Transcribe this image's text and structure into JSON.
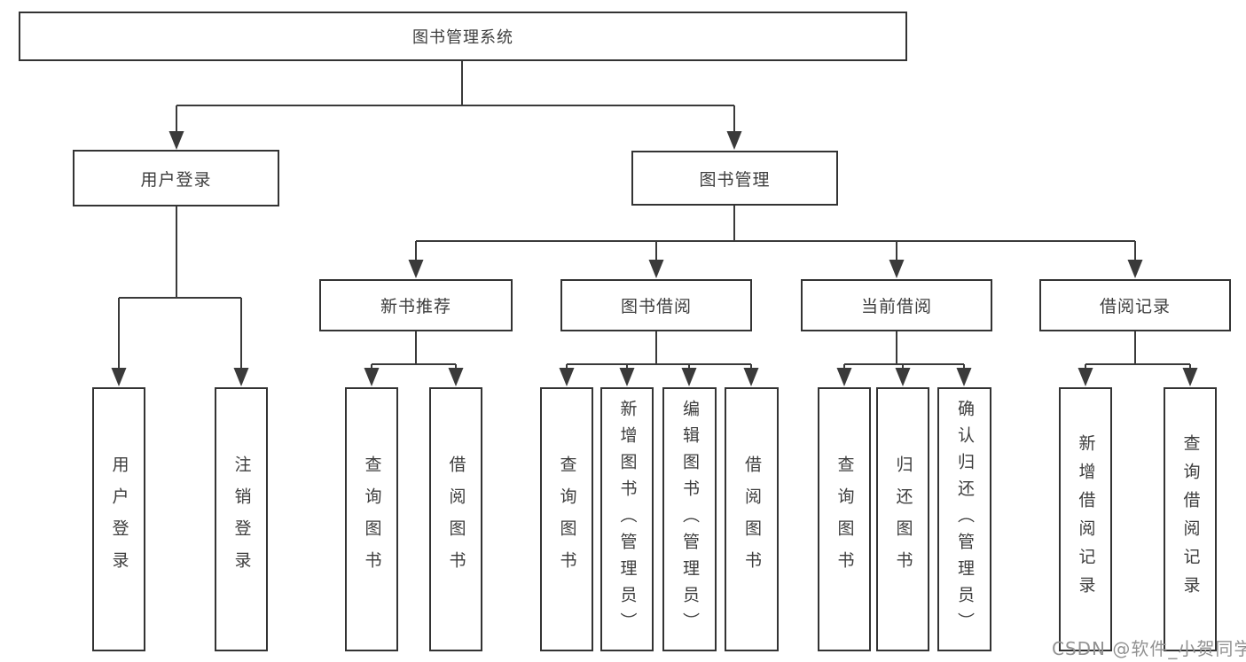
{
  "title": "图书管理系统",
  "watermark": "CSDN @软件_小贺同学",
  "colors": {
    "line": "#3a3a3a",
    "box_border": "#333333",
    "text": "#3d3d3d",
    "watermark": "#929292",
    "background": "#ffffff"
  },
  "nodes": {
    "root": "图书管理系统",
    "user_login": "用户登录",
    "book_mgmt": "图书管理",
    "new_book_rec": "新书推荐",
    "book_borrow": "图书借阅",
    "current_borrow": "当前借阅",
    "borrow_records": "借阅记录",
    "ul_login": "用户登录",
    "ul_logout": "注销登录",
    "nr_query": "查询图书",
    "nr_borrow": "借阅图书",
    "bb_query": "查询图书",
    "bb_add": "新增图书（管理员）",
    "bb_edit": "编辑图书（管理员）",
    "bb_borrow": "借阅图书",
    "cb_query": "查询图书",
    "cb_return": "归还图书",
    "cb_confirm": "确认归还（管理员）",
    "br_add": "新增借阅记录",
    "br_query": "查询借阅记录"
  },
  "hierarchy": {
    "图书管理系统": {
      "用户登录": [
        "用户登录",
        "注销登录"
      ],
      "图书管理": {
        "新书推荐": [
          "查询图书",
          "借阅图书"
        ],
        "图书借阅": [
          "查询图书",
          "新增图书（管理员）",
          "编辑图书（管理员）",
          "借阅图书"
        ],
        "当前借阅": [
          "查询图书",
          "归还图书",
          "确认归还（管理员）"
        ],
        "借阅记录": [
          "新增借阅记录",
          "查询借阅记录"
        ]
      }
    }
  }
}
